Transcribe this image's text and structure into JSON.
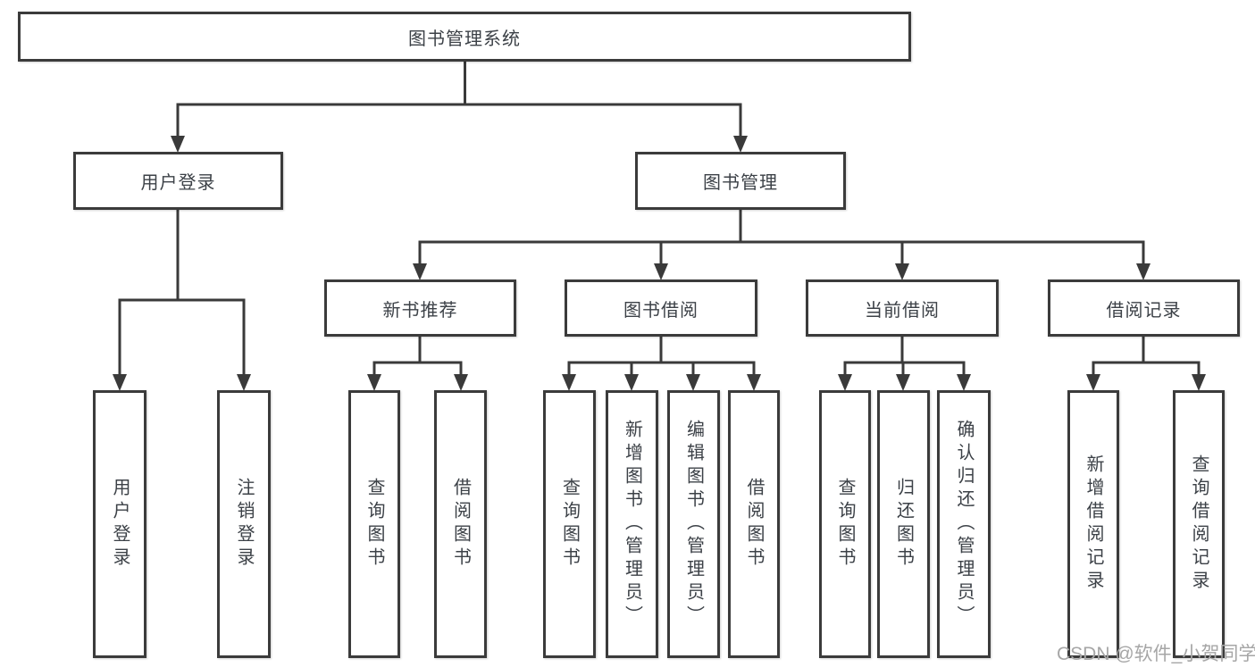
{
  "tree": {
    "root": "图书管理系统",
    "children": [
      {
        "label": "用户登录",
        "children": [
          {
            "label": "用户登录"
          },
          {
            "label": "注销登录"
          }
        ]
      },
      {
        "label": "图书管理",
        "children": [
          {
            "label": "新书推荐",
            "children": [
              {
                "label": "查询图书"
              },
              {
                "label": "借阅图书"
              }
            ]
          },
          {
            "label": "图书借阅",
            "children": [
              {
                "label": "查询图书"
              },
              {
                "label": "新增图书（管理员）"
              },
              {
                "label": "编辑图书（管理员）"
              },
              {
                "label": "借阅图书"
              }
            ]
          },
          {
            "label": "当前借阅",
            "children": [
              {
                "label": "查询图书"
              },
              {
                "label": "归还图书"
              },
              {
                "label": "确认归还（管理员）"
              }
            ]
          },
          {
            "label": "借阅记录",
            "children": [
              {
                "label": "新增借阅记录"
              },
              {
                "label": "查询借阅记录"
              }
            ]
          }
        ]
      }
    ]
  },
  "watermark": "CSDN @软件_小贺同学",
  "colors": {
    "line": "#3a3a3a",
    "box_border": "#3b3b3b",
    "text": "#3c4147",
    "watermark": "#a6a6a6"
  }
}
